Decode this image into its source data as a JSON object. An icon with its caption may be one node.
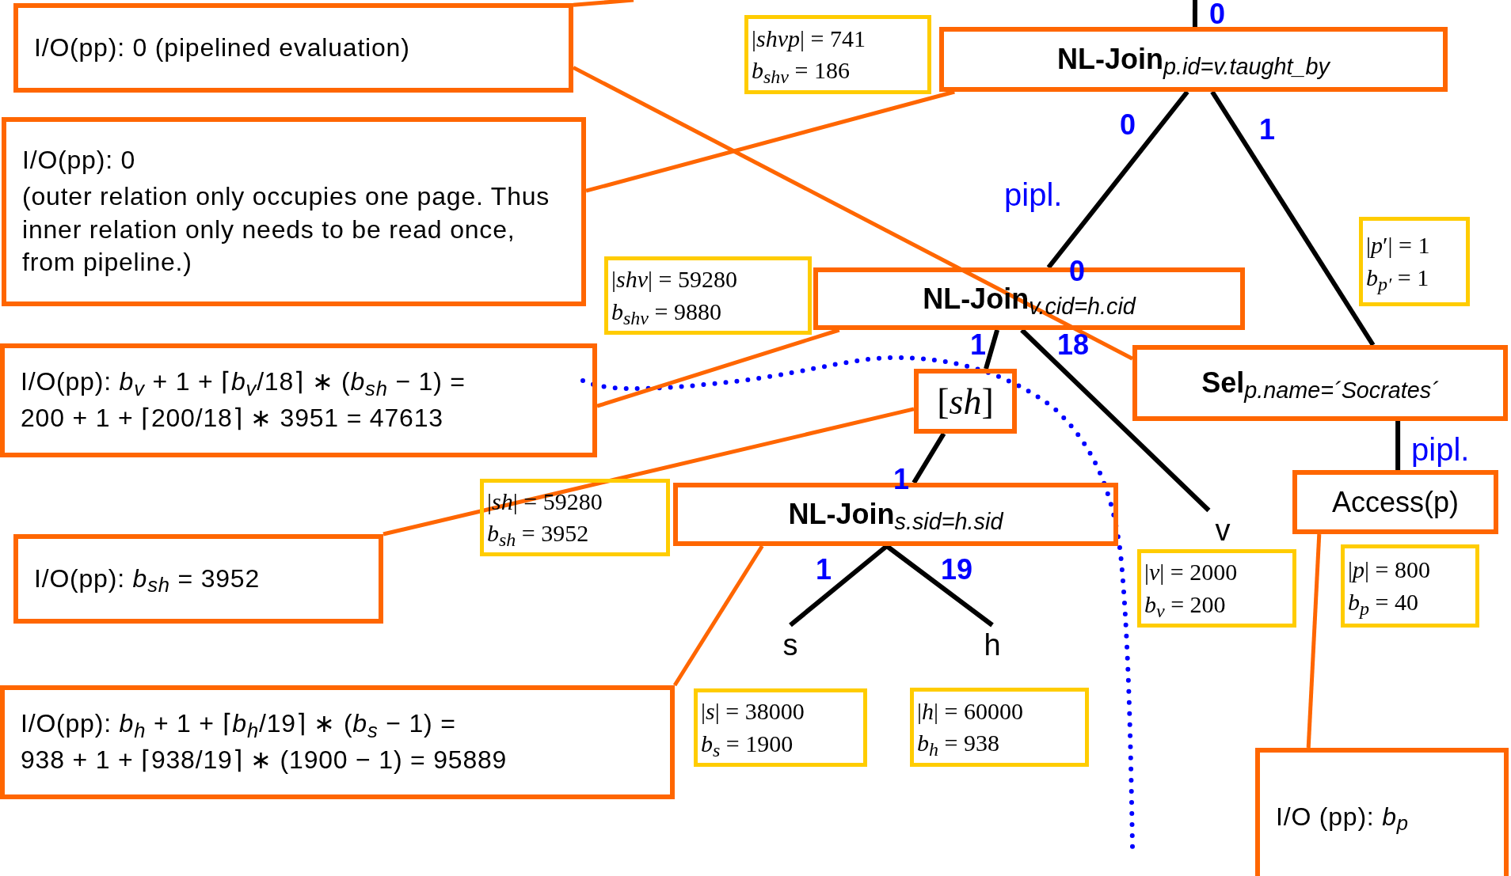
{
  "diagram": {
    "nodes": [
      {
        "text": [
          "I/O(pp): 0 (pipelined evaluation)"
        ]
      },
      {
        "text": [
          "I/O(pp): 0",
          "(outer relation only occupies one page. Thus inner relation only needs to be read once, from pipeline.)"
        ]
      },
      {
        "text": [
          "I/O(pp): *b*$_{v}$ + 1 + ⌈*b*$_{v}$/18⌉ ∗ (*b*$_{sh}$ − 1) =",
          "200 + 1 + ⌈200/18⌉ ∗ 3951 = 47613"
        ]
      },
      {
        "text": [
          "I/O(pp): *b*$_{sh}$ = 3952"
        ]
      },
      {
        "text": [
          "I/O(pp): *b*$_{h}$ + 1 + ⌈*b*$_{h}$/19⌉ ∗ (*b*$_{s}$ − 1) =",
          "938 + 1 + ⌈938/19⌉ ∗ (1900 − 1) = 95889"
        ]
      },
      {
        "text": [
          "I/O (pp): *b*$_{p}$"
        ]
      },
      {
        "text": [
          "|*shvp*| = 741",
          "*b*$_{shv}$ = 186"
        ]
      },
      {
        "text": [
          "**NL-Join**$_{p.id=v.taught_by}$"
        ]
      },
      {
        "text": [
          "|*p*′| = 1",
          "*b*$_{p′}$ = 1"
        ]
      },
      {
        "text": [
          "|*shv*| = 59280",
          "*b*$_{shv}$ = 9880"
        ]
      },
      {
        "text": [
          "**NL-Join**$_{v.cid=h.cid}$"
        ]
      },
      {
        "text": [
          "**Sel**$_{p.name=´Socrates´}$"
        ]
      },
      {
        "text": [
          "[*sh*]"
        ]
      },
      {
        "text": [
          "|*sh*| = 59280",
          "*b*$_{sh}$ = 3952"
        ]
      },
      {
        "text": [
          "**NL-Join**$_{s.sid=h.sid}$"
        ]
      },
      {
        "text": [
          "v"
        ]
      },
      {
        "text": [
          "|*v*| = 2000",
          "*b*$_{v}$ = 200"
        ]
      },
      {
        "text": [
          "Access(p)"
        ]
      },
      {
        "text": [
          "|*p*| = 800",
          "*b*$_{p}$ = 40"
        ]
      },
      {
        "text": [
          "s"
        ]
      },
      {
        "text": [
          "h"
        ]
      },
      {
        "text": [
          "|*s*| = 38000",
          "*b*$_{s}$ = 1900"
        ]
      },
      {
        "text": [
          "|*h*| = 60000",
          "*b*$_{h}$ = 938"
        ]
      }
    ],
    "edges": [
      {
        "from": null,
        "to": 7,
        "arrow": "none"
      },
      {
        "from": 7,
        "to": 10,
        "arrow": "none"
      },
      {
        "from": 7,
        "to": 11,
        "arrow": "none"
      },
      {
        "from": 10,
        "to": 12,
        "arrow": "none"
      },
      {
        "from": 12,
        "to": 14,
        "arrow": "none"
      },
      {
        "from": 10,
        "to": 15,
        "arrow": "none"
      },
      {
        "from": 11,
        "to": 17,
        "arrow": "none"
      },
      {
        "from": 14,
        "to": 19,
        "arrow": "none"
      },
      {
        "from": 14,
        "to": 20,
        "arrow": "none"
      },
      {
        "from": 0,
        "to": 11,
        "arrow": "none",
        "color": "#ff6600"
      },
      {
        "from": 0,
        "to": null,
        "arrow": "none",
        "color": "#ff6600"
      },
      {
        "from": 1,
        "to": 7,
        "arrow": "none",
        "color": "#ff6600"
      },
      {
        "from": 2,
        "to": 10,
        "arrow": "none",
        "color": "#ff6600"
      },
      {
        "from": 3,
        "to": 12,
        "arrow": "none",
        "color": "#ff6600"
      },
      {
        "from": 4,
        "to": 14,
        "arrow": "none",
        "color": "#ff6600"
      },
      {
        "from": 5,
        "to": 17,
        "arrow": "none",
        "color": "#ff6600"
      }
    ],
    "labels": [
      "0",
      "0",
      "1",
      "pipl.",
      "0",
      "1",
      "18",
      "1",
      "1",
      "19",
      "pipl."
    ]
  }
}
